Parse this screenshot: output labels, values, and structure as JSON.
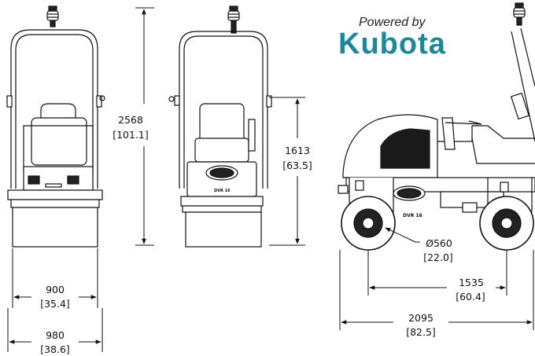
{
  "brand": {
    "powered_by": "Powered by",
    "logo": "Kubota",
    "logo_color": "#1a8a9a"
  },
  "model_label": "DVR 16",
  "dimensions": {
    "overall_height": {
      "mm": "2568",
      "in": "[101.1]"
    },
    "rops_height": {
      "mm": "1613",
      "in": "[63.5]"
    },
    "drum_width": {
      "mm": "900",
      "in": "[35.4]"
    },
    "overall_width": {
      "mm": "980",
      "in": "[38.6]"
    },
    "drum_diameter": {
      "mm": "Ø560",
      "in": "[22.0]"
    },
    "wheelbase": {
      "mm": "1535",
      "in": "[60.4]"
    },
    "overall_length": {
      "mm": "2095",
      "in": "[82.5]"
    }
  },
  "colors": {
    "line": "#111111",
    "body_fill": "#ffffff",
    "dark_panel": "#1a1a1a"
  }
}
